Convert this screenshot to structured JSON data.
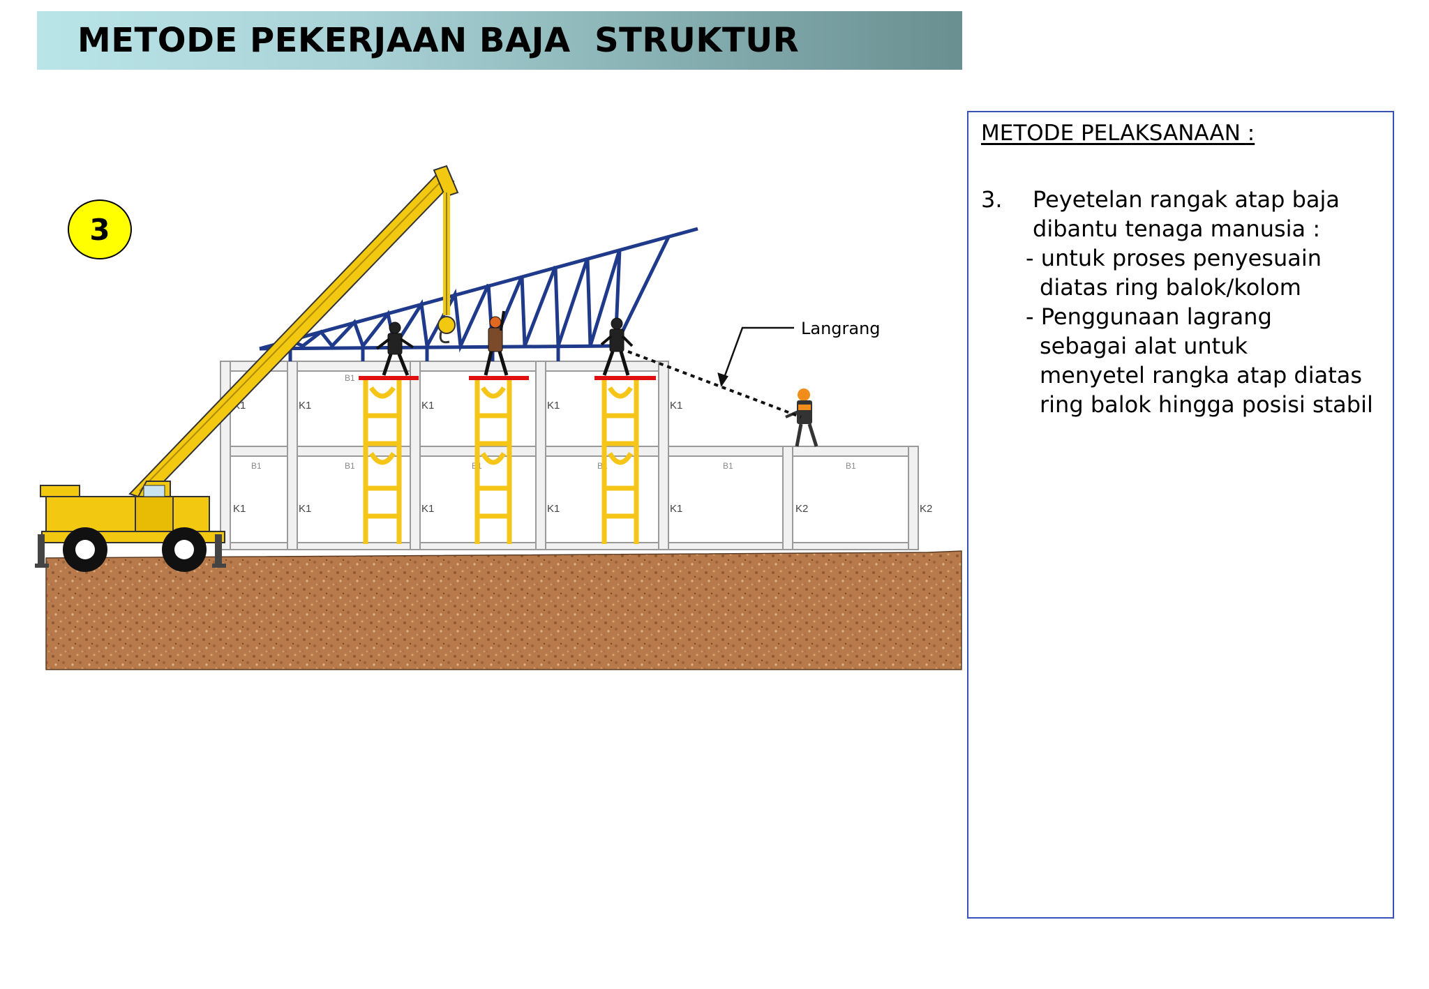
{
  "slide": {
    "title": "METODE PEKERJAAN BAJA  STRUKTUR",
    "step_number": "3",
    "colors": {
      "title_gradient_start": "#b9e4e8",
      "title_gradient_end": "#6a8f91",
      "badge": "#ffff00",
      "truss": "#1f3a8a",
      "crane": "#f2c811",
      "scaffold": "#f5c518",
      "ground": "#b87a4b",
      "box_border": "#3652b8"
    }
  },
  "diagram": {
    "callout": "Langrang",
    "column_labels": [
      "K1",
      "K1",
      "K1",
      "K1",
      "K1",
      "K1",
      "K1",
      "K1",
      "K1",
      "K1",
      "K2",
      "K2"
    ],
    "beam_labels": [
      "B1",
      "B1",
      "B1",
      "B1",
      "B1",
      "B1",
      "B1"
    ],
    "icons": [
      "crane-icon",
      "steel-truss-icon",
      "scaffold-icon",
      "worker-icon",
      "tag-line-icon"
    ]
  },
  "method": {
    "heading": "METODE PELAKSANAAN :",
    "number": "3.",
    "lines": [
      "Peyetelan rangak atap baja",
      "dibantu tenaga manusia :",
      "- untuk proses penyesuain",
      "diatas ring balok/kolom",
      "- Penggunaan lagrang",
      "sebagai alat untuk",
      "menyetel rangka atap diatas",
      "ring balok hingga posisi stabil"
    ]
  }
}
